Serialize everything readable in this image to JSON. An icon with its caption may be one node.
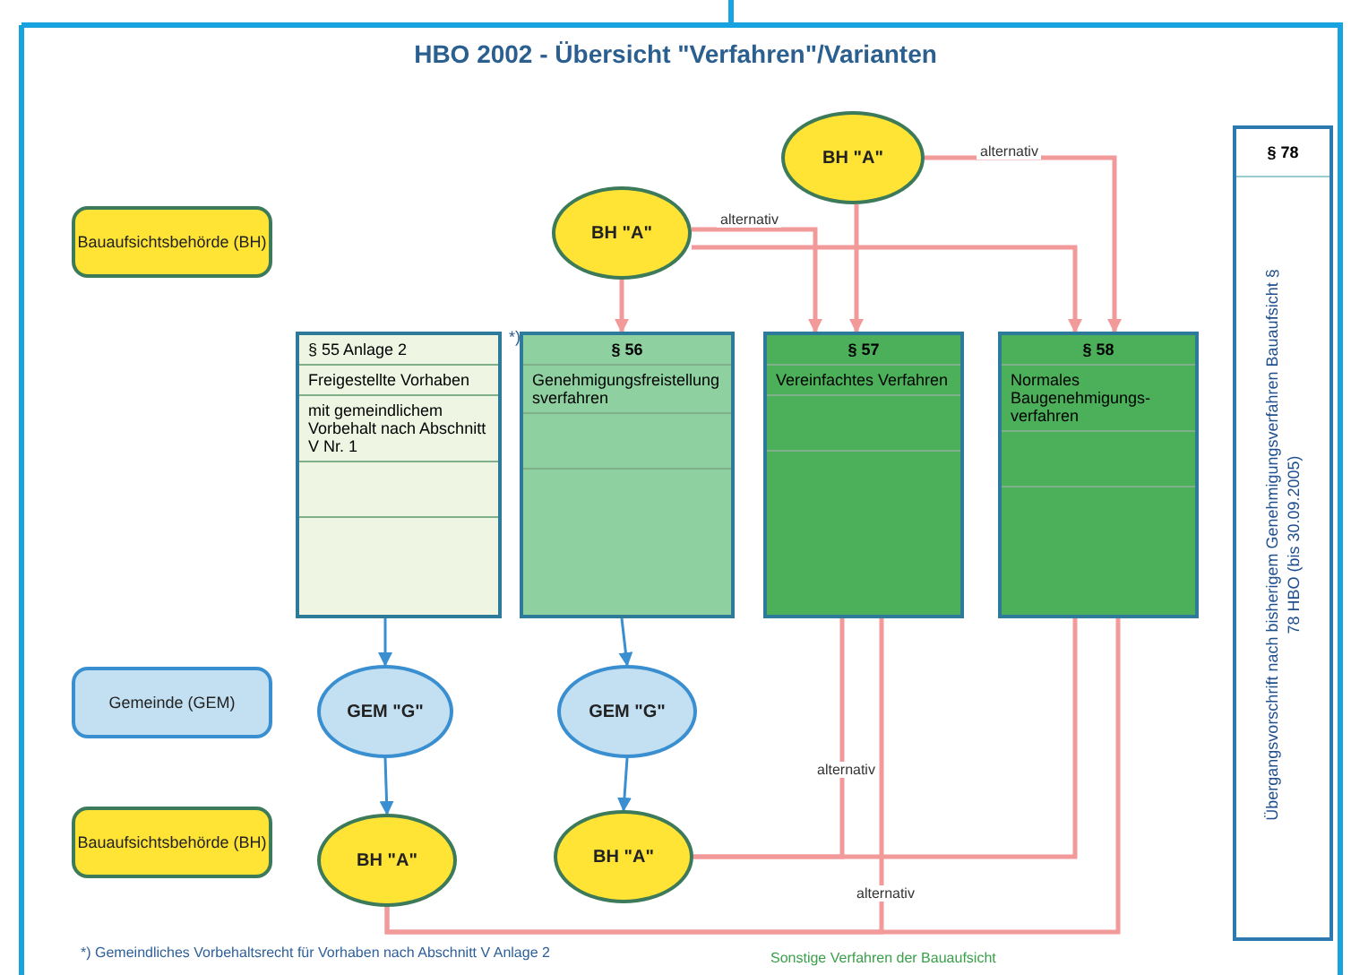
{
  "diagram": {
    "title": "HBO 2002 - Übersicht \"Verfahren\"/Varianten",
    "nodes": [
      {
        "text": [
          "Bauaufsichtsbehörde (BH)"
        ]
      },
      {
        "text": [
          "Gemeinde (GEM)"
        ]
      },
      {
        "text": [
          "Bauaufsichtsbehörde (BH)"
        ]
      },
      {
        "text": [
          "BH \"A\""
        ]
      },
      {
        "text": [
          "BH \"A\""
        ]
      },
      {
        "text": [
          "§ 55 Anlage 2",
          "Freigestellte Vorhaben",
          "mit gemeindlichem Vorbehalt nach Abschnitt V Nr. 1"
        ],
        "beside": [
          "*)"
        ]
      },
      {
        "text": [
          "§ 56",
          "Genehmigungsfreistellungsverfahren"
        ]
      },
      {
        "text": [
          "§ 57",
          "Vereinfachtes Verfahren"
        ]
      },
      {
        "text": [
          "§ 58",
          "Normales Baugenehmigungs-verfahren"
        ]
      },
      {
        "text": [
          "§ 78",
          "Übergangsvorschrift nach bisherigem Genehmigungsverfahren Bauaufsicht § 78 HBO (bis 30.09.2005)"
        ]
      },
      {
        "text": [
          "GEM \"G\""
        ]
      },
      {
        "text": [
          "GEM \"G\""
        ]
      },
      {
        "text": [
          "BH \"A\""
        ]
      },
      {
        "text": [
          "BH \"A\""
        ]
      }
    ],
    "edges": [
      {
        "from": 4,
        "to": 6,
        "arrow": "to"
      },
      {
        "from": 4,
        "to": 7,
        "arrow": "to",
        "label": "alternativ"
      },
      {
        "from": 4,
        "to": 8,
        "arrow": "to"
      },
      {
        "from": 3,
        "to": 7,
        "arrow": "to"
      },
      {
        "from": 3,
        "to": 8,
        "arrow": "to",
        "label": "alternativ"
      },
      {
        "from": 5,
        "to": 10,
        "arrow": "to",
        "color": "#3a8fd0"
      },
      {
        "from": 10,
        "to": 12,
        "arrow": "to",
        "color": "#3a8fd0"
      },
      {
        "from": 6,
        "to": 11,
        "arrow": "to",
        "color": "#3a8fd0"
      },
      {
        "from": 11,
        "to": 13,
        "arrow": "to",
        "color": "#3a8fd0"
      },
      {
        "from": 7,
        "to": 13,
        "arrow": "none",
        "label": "alternativ"
      },
      {
        "from": 8,
        "to": 13,
        "arrow": "none"
      },
      {
        "from": 7,
        "to": 12,
        "arrow": "none",
        "label": "alternativ"
      },
      {
        "from": 8,
        "to": 12,
        "arrow": "none"
      }
    ],
    "labels": [
      "*) Gemeindliches Vorbehaltsrecht für Vorhaben nach Abschnitt V Anlage 2",
      "Sonstige Verfahren der Bauaufsicht"
    ]
  }
}
